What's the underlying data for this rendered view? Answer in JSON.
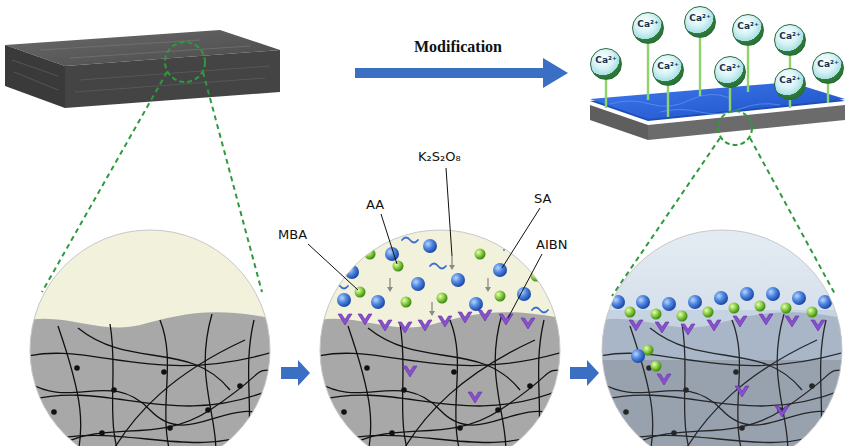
{
  "diagram": {
    "nodes": [
      {
        "text": [
          "Ca²⁺"
        ]
      },
      {
        "text": [
          "Ca²⁺"
        ]
      },
      {
        "text": [
          "Ca²⁺"
        ]
      },
      {
        "text": [
          "Ca²⁺"
        ]
      },
      {
        "text": [
          "Ca²⁺"
        ]
      },
      {
        "text": [
          "Ca²⁺"
        ]
      },
      {
        "text": [
          "Ca²⁺"
        ]
      },
      {
        "text": [
          "Ca²⁺"
        ]
      },
      {
        "text": [
          "Ca²⁺"
        ]
      }
    ],
    "labels": [
      "Modification",
      "MBA",
      "AA",
      "K₂S₂O₈",
      "SA",
      "AIBN"
    ]
  }
}
